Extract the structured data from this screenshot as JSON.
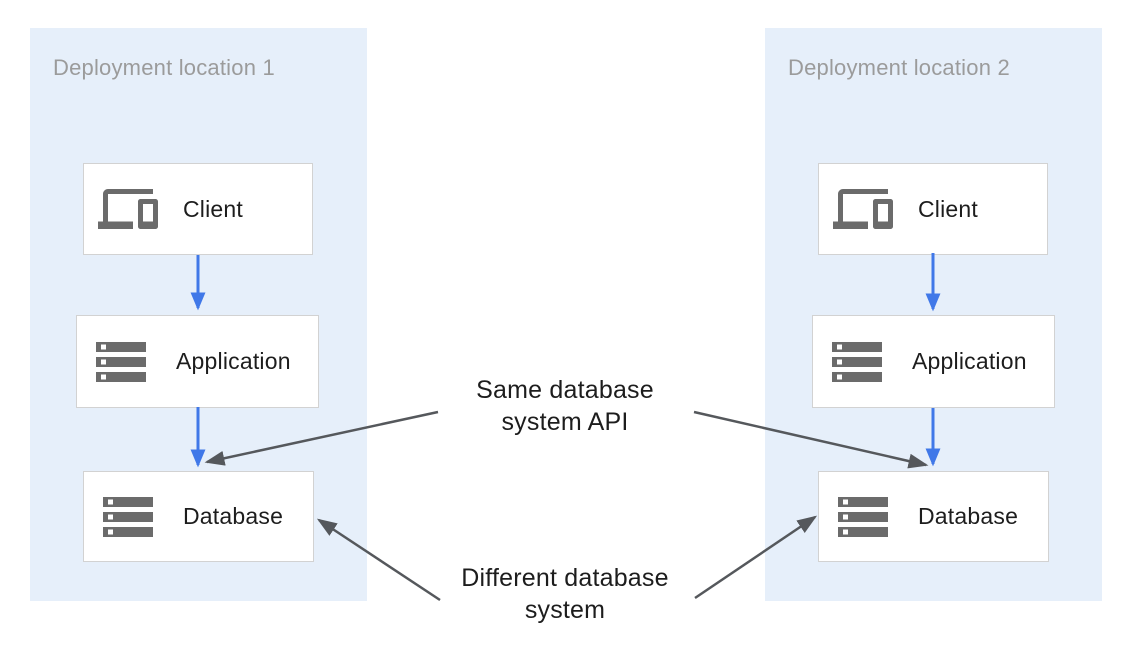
{
  "panels": [
    {
      "title": "Deployment location 1",
      "nodes": [
        {
          "label": "Client",
          "icon": "devices-icon"
        },
        {
          "label": "Application",
          "icon": "server-stack-icon"
        },
        {
          "label": "Database",
          "icon": "server-stack-icon"
        }
      ]
    },
    {
      "title": "Deployment location 2",
      "nodes": [
        {
          "label": "Client",
          "icon": "devices-icon"
        },
        {
          "label": "Application",
          "icon": "server-stack-icon"
        },
        {
          "label": "Database",
          "icon": "server-stack-icon"
        }
      ]
    }
  ],
  "annotations": [
    {
      "line1": "Same database",
      "line2": "system API"
    },
    {
      "line1": "Different database",
      "line2": "system"
    }
  ],
  "colors": {
    "panel_bg": "#e6effa",
    "box_border": "#d2d2d2",
    "box_bg": "#ffffff",
    "icon_gray": "#6b6b6b",
    "arrow_blue": "#4078e8",
    "arrow_gray": "#55585c",
    "title_gray": "#9b9b9b",
    "label_dark": "#1d1d1d",
    "canvas_bg": "#ffffff"
  }
}
